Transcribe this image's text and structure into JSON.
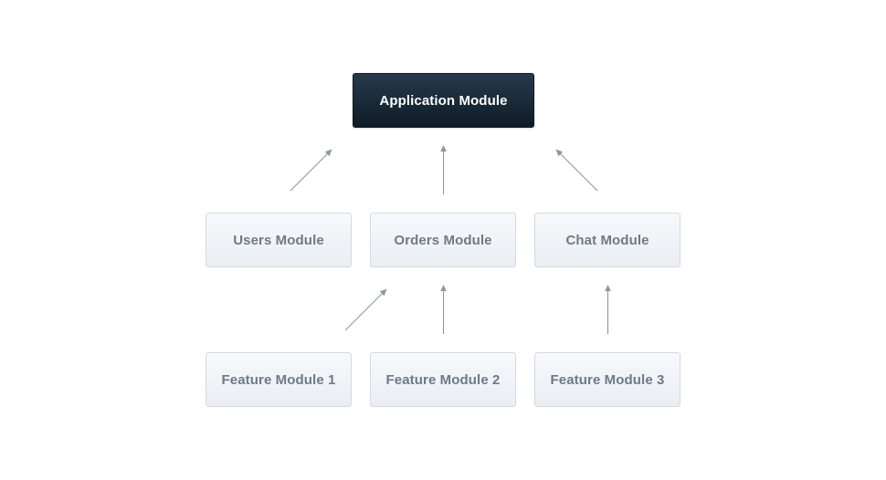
{
  "diagram": {
    "root": {
      "label": "Application Module"
    },
    "modules": [
      {
        "label": "Users Module"
      },
      {
        "label": "Orders Module"
      },
      {
        "label": "Chat Module"
      }
    ],
    "features": [
      {
        "label": "Feature Module 1"
      },
      {
        "label": "Feature Module 2"
      },
      {
        "label": "Feature Module 3"
      }
    ],
    "edges": [
      {
        "from": "Users Module",
        "to": "Application Module"
      },
      {
        "from": "Orders Module",
        "to": "Application Module"
      },
      {
        "from": "Chat Module",
        "to": "Application Module"
      },
      {
        "from": "Feature Module 1",
        "to": "Orders Module"
      },
      {
        "from": "Feature Module 2",
        "to": "Orders Module"
      },
      {
        "from": "Feature Module 3",
        "to": "Chat Module"
      }
    ],
    "colors": {
      "root_fill": "#1b2b3a",
      "module_fill": "#eef1f5",
      "module_border": "#d3dae3",
      "module_text": "#6d7a87",
      "arrow": "#8e969e"
    }
  }
}
